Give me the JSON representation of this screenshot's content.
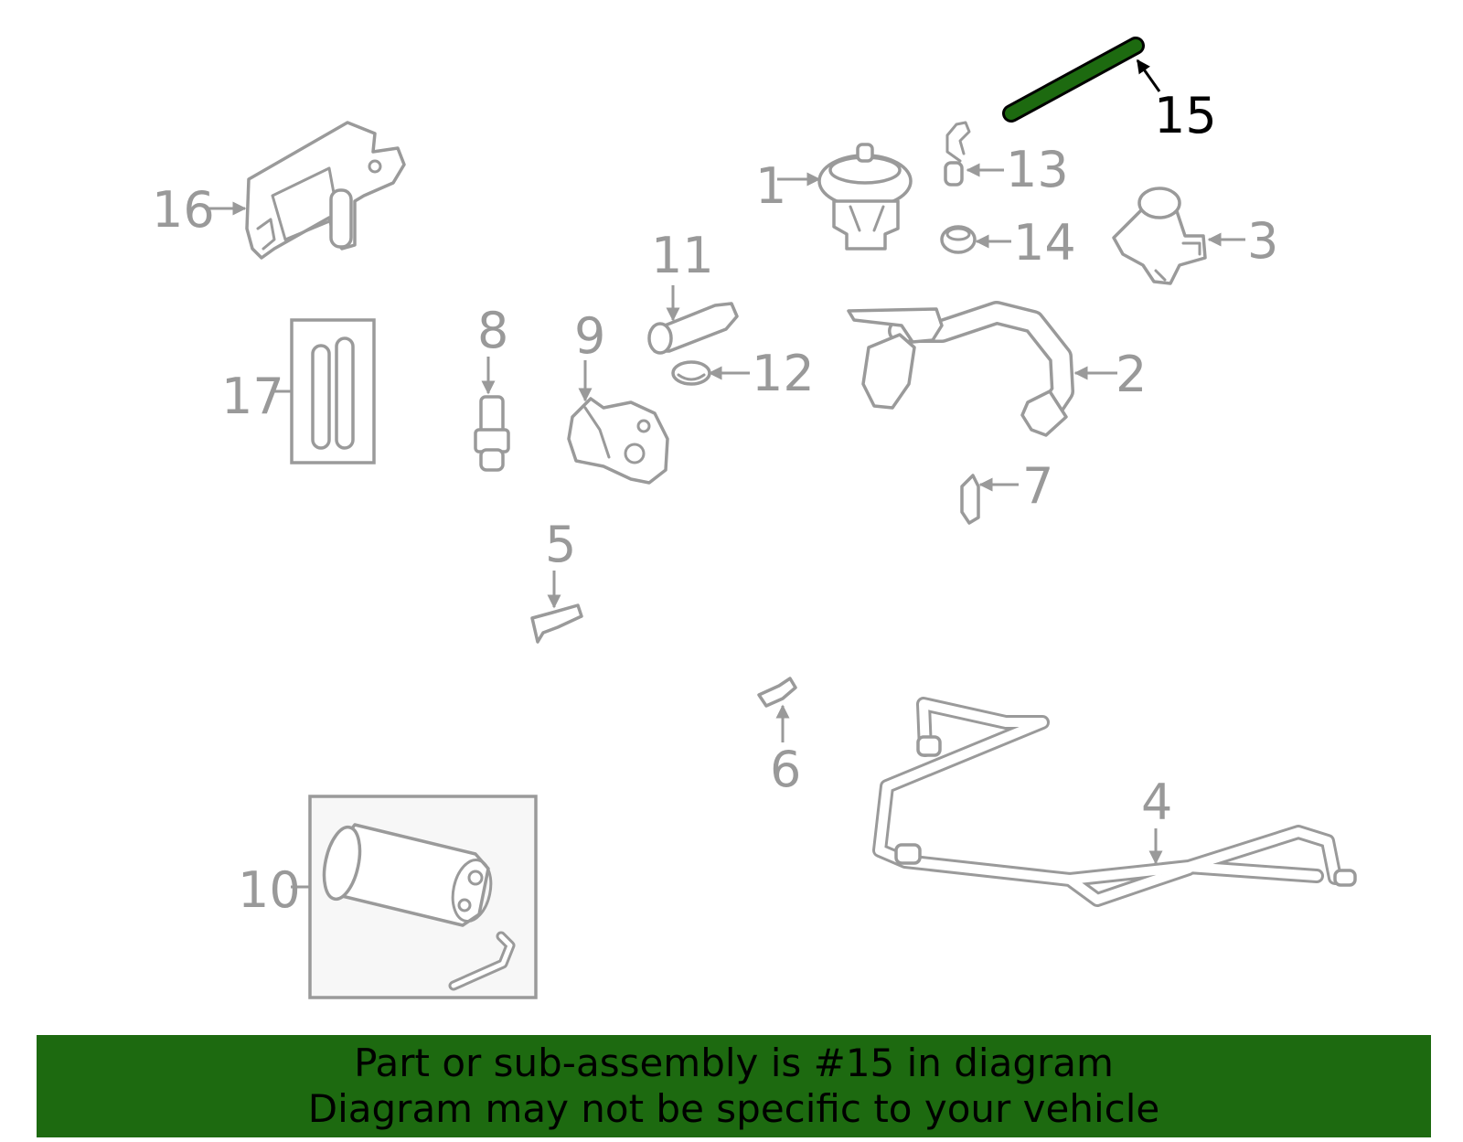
{
  "diagram": {
    "highlighted_part": "15",
    "highlight_color": "#1d6a10",
    "line_color": "#9a9a9a",
    "callouts": [
      "1",
      "2",
      "3",
      "4",
      "5",
      "6",
      "7",
      "8",
      "9",
      "10",
      "11",
      "12",
      "13",
      "14",
      "15",
      "16",
      "17"
    ]
  },
  "banner": {
    "line1": "Part or sub-assembly is #15 in diagram",
    "line2": "Diagram may not be specific to your vehicle",
    "background": "#1d6a10"
  }
}
